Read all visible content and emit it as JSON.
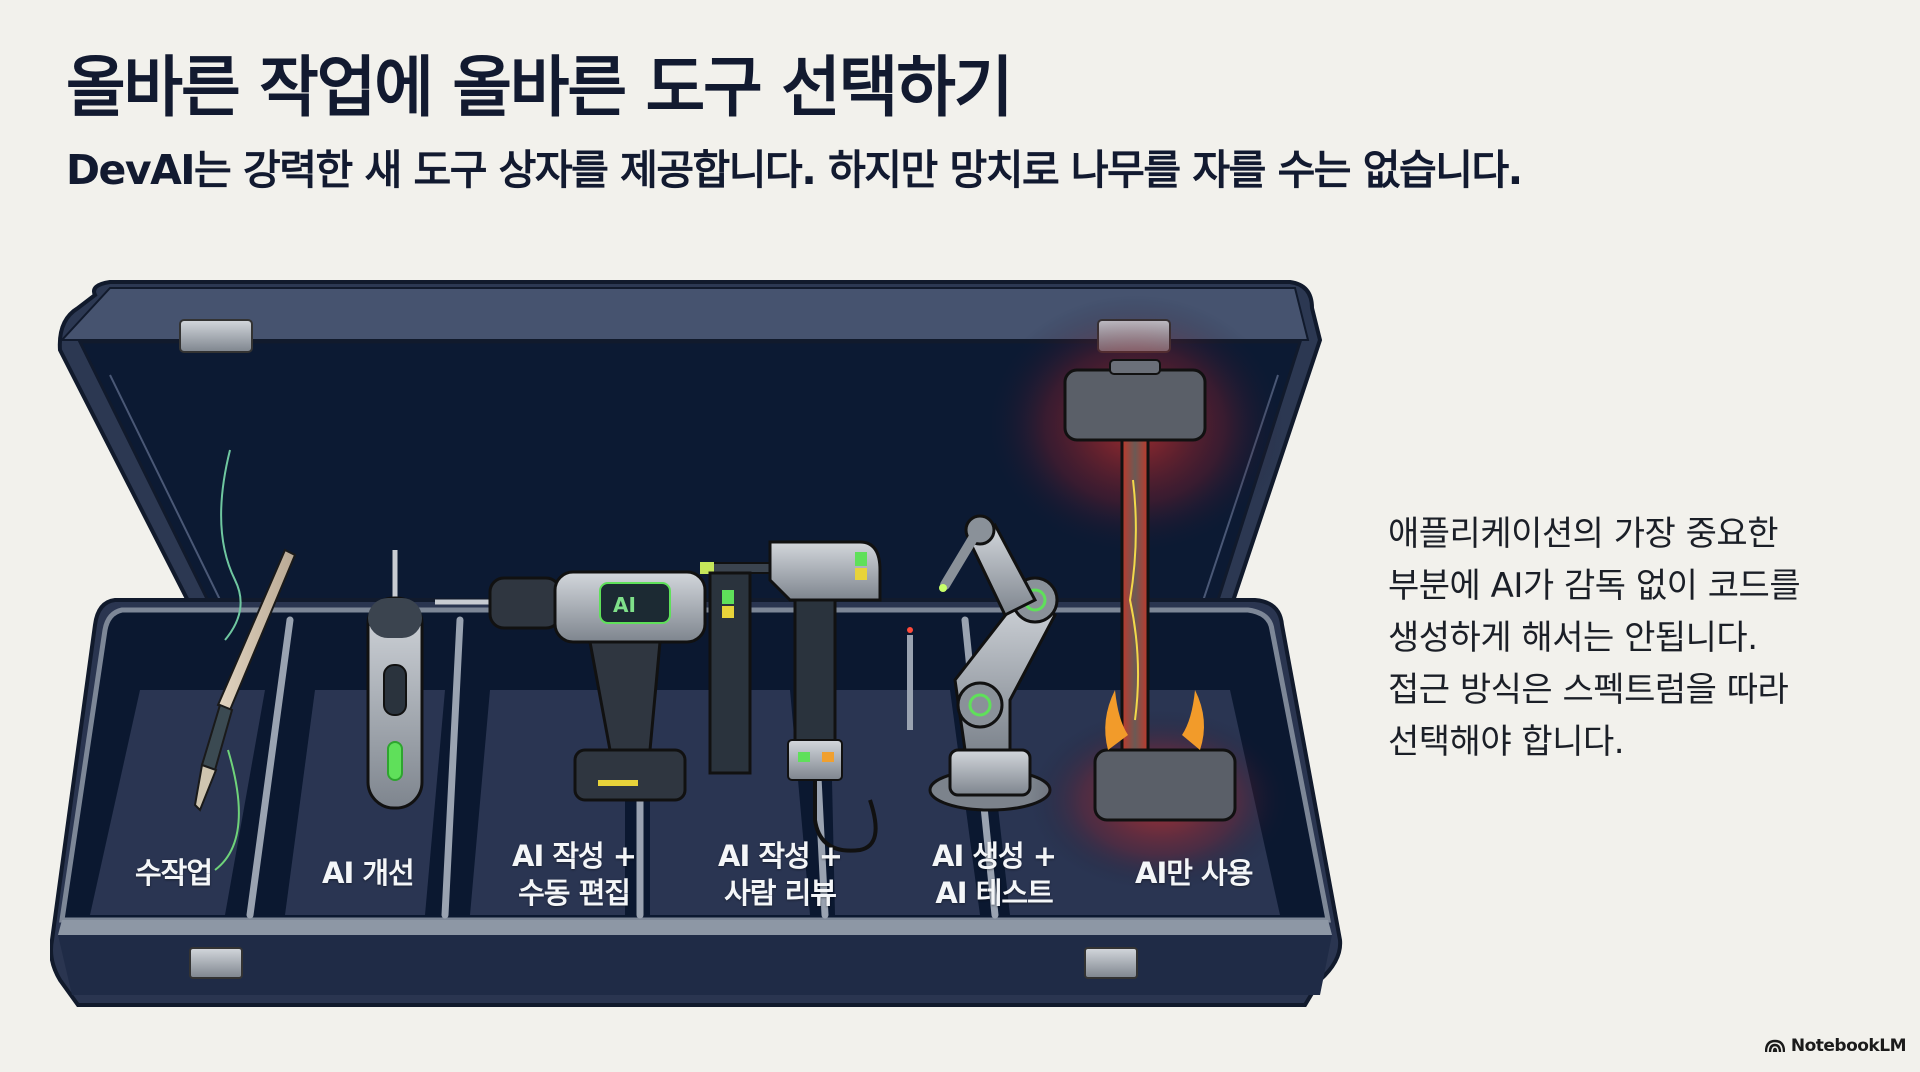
{
  "slide": {
    "title": "올바른 작업에 올바른 도구 선택하기",
    "subtitle": "DevAI는 강력한 새 도구 상자를 제공합니다. 하지만 망치로 나무를 자를 수는 없습니다."
  },
  "toolbox": {
    "compartments": [
      {
        "tool": "fountain-pen",
        "label_lines": [
          "수작업"
        ]
      },
      {
        "tool": "electric-screwdriver",
        "label_lines": [
          "AI 개선"
        ]
      },
      {
        "tool": "power-drill",
        "label_lines": [
          "AI 작성 +",
          "수동 편집"
        ],
        "badge": "AI"
      },
      {
        "tool": "nail-gun",
        "label_lines": [
          "AI 작성 +",
          "사람 리뷰"
        ]
      },
      {
        "tool": "robotic-arm",
        "label_lines": [
          "AI 생성 +",
          "AI 테스트"
        ]
      },
      {
        "tool": "sledgehammer",
        "label_lines": [
          "AI만 사용"
        ]
      }
    ]
  },
  "side_note": {
    "lines": [
      "애플리케이션의 가장 중요한",
      "부분에 AI가 감독 없이 코드를",
      "생성하게 해서는 안됩니다.",
      "접근 방식은 스펙트럼을 따라",
      "선택해야 합니다."
    ]
  },
  "branding": {
    "label": "NotebookLM"
  },
  "colors": {
    "background": "#f2f1ec",
    "text": "#121a30",
    "case_outer": "#2a3550",
    "case_inner": "#0c1a33",
    "tray_floor": "#2a3552",
    "accent_green": "#5fe05a",
    "hammer_glow": "#d8332a"
  }
}
